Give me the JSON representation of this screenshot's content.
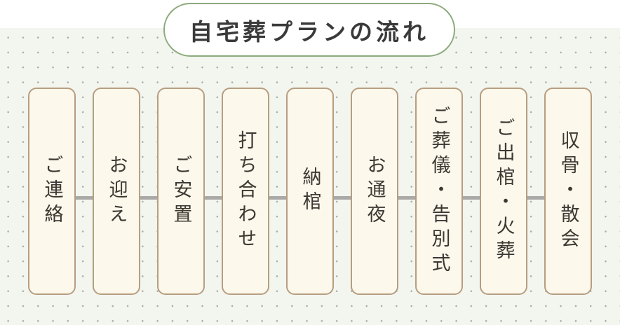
{
  "header": {
    "title": "自宅葬プランの流れ"
  },
  "steps": [
    {
      "label": "ご連絡"
    },
    {
      "label": "お迎え"
    },
    {
      "label": "ご安置"
    },
    {
      "label": "打ち合わせ"
    },
    {
      "label": "納棺"
    },
    {
      "label": "お通夜"
    },
    {
      "label": "ご葬儀・告別式"
    },
    {
      "label": "ご出棺・火葬"
    },
    {
      "label": "収骨・散会"
    }
  ],
  "colors": {
    "panel_background": "#f3f5ef",
    "panel_dot": "#a9aba6",
    "pill_background": "#ffffff",
    "pill_border": "#8caa7c",
    "title_text": "#3a3a3a",
    "card_background": "#fdf8ec",
    "card_border": "#b79e80",
    "card_text": "#3c3832",
    "connector_line": "#a9aaa7"
  }
}
